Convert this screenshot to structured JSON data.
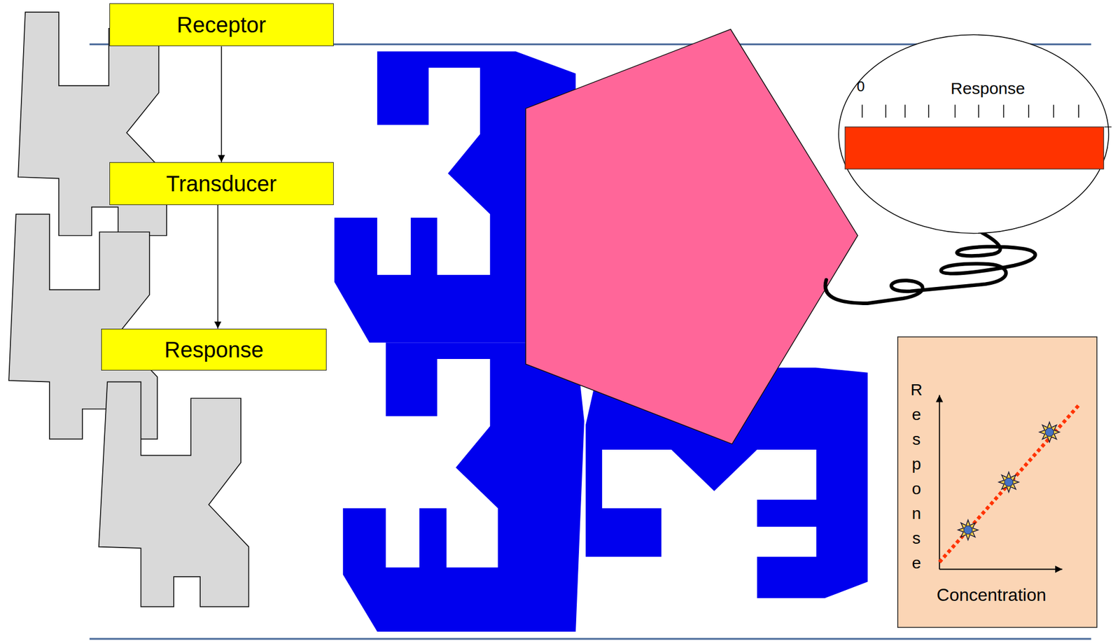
{
  "diagram": {
    "nodes": [
      {
        "text": [
          "Receptor"
        ]
      },
      {
        "text": [
          "Transducer"
        ]
      },
      {
        "text": [
          "Response"
        ]
      },
      {
        "text": [
          "0",
          "Response"
        ]
      },
      {
        "text": [
          "Response",
          "Concentration"
        ]
      }
    ],
    "edges": [
      {
        "from": 0,
        "to": 1,
        "arrow": "to"
      },
      {
        "from": 1,
        "to": 2,
        "arrow": "to"
      }
    ]
  }
}
